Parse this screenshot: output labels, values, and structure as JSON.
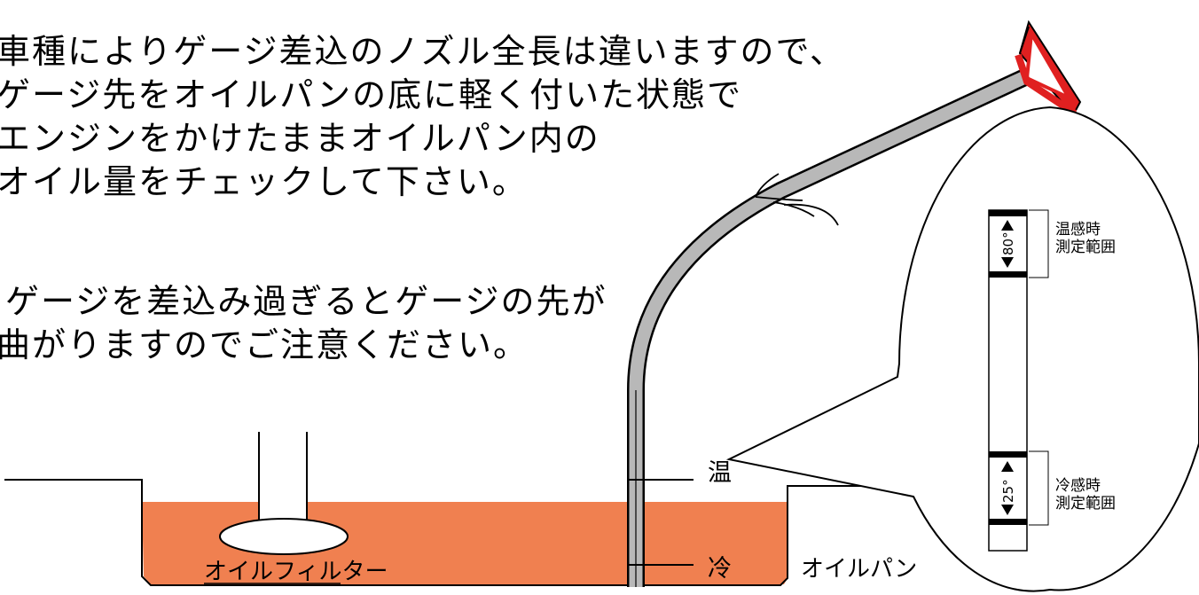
{
  "instructions": {
    "lines": [
      "車種によりゲージ差込のノズル全長は違いますので、",
      "ゲージ先をオイルパンの底に軽く付いた状態で",
      "エンジンをかけたままオイルパン内の",
      "オイル量をチェックして下さい。"
    ]
  },
  "caution": {
    "lines": [
      "※ゲージを差込み過ぎるとゲージの先が",
      "曲がりますのでご注意ください。"
    ]
  },
  "labels": {
    "hot": "温",
    "cold": "冷",
    "oil_pan": "オイルパン",
    "oil_filter": "オイルフィルター"
  },
  "gauge_detail": {
    "hot_range_value": "80°",
    "hot_range_label": [
      "温感時",
      "測定範囲"
    ],
    "cold_range_value": "25°",
    "cold_range_label": [
      "冷感時",
      "測定範囲"
    ]
  },
  "colors": {
    "oil": "#f08050",
    "gauge_tube": "#b8b8b8",
    "handle": "#e02020"
  }
}
